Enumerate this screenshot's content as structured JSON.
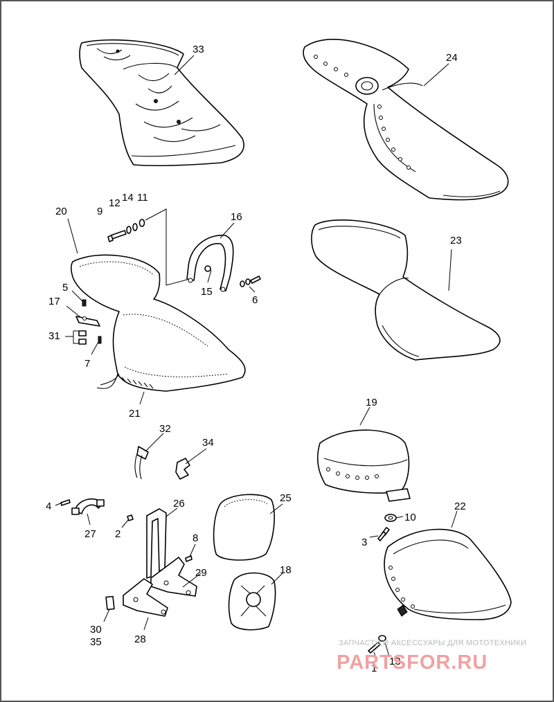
{
  "callouts": {
    "n1": "1",
    "n2": "2",
    "n3": "3",
    "n4": "4",
    "n5": "5",
    "n6": "6",
    "n7": "7",
    "n8": "8",
    "n9": "9",
    "n10": "10",
    "n11": "11",
    "n12": "12",
    "n13": "13",
    "n14": "14",
    "n15": "15",
    "n16": "16",
    "n17": "17",
    "n18": "18",
    "n19": "19",
    "n20": "20",
    "n21": "21",
    "n22": "22",
    "n23": "23",
    "n24": "24",
    "n25": "25",
    "n26": "26",
    "n27": "27",
    "n28": "28",
    "n29": "29",
    "n30": "30",
    "n31": "31",
    "n32": "32",
    "n33": "33",
    "n34": "34",
    "n35": "35"
  },
  "watermark": {
    "tagline": "ЗАПЧАСТИ И АКСЕССУАРЫ ДЛЯ МОТОТЕХНИКИ",
    "logo": "PARTSFOR.RU"
  },
  "colors": {
    "line": "#000000",
    "background": "#ffffff",
    "border": "#555555",
    "watermark_logo": "#f1a1a1",
    "watermark_text": "#b9b9b9"
  }
}
